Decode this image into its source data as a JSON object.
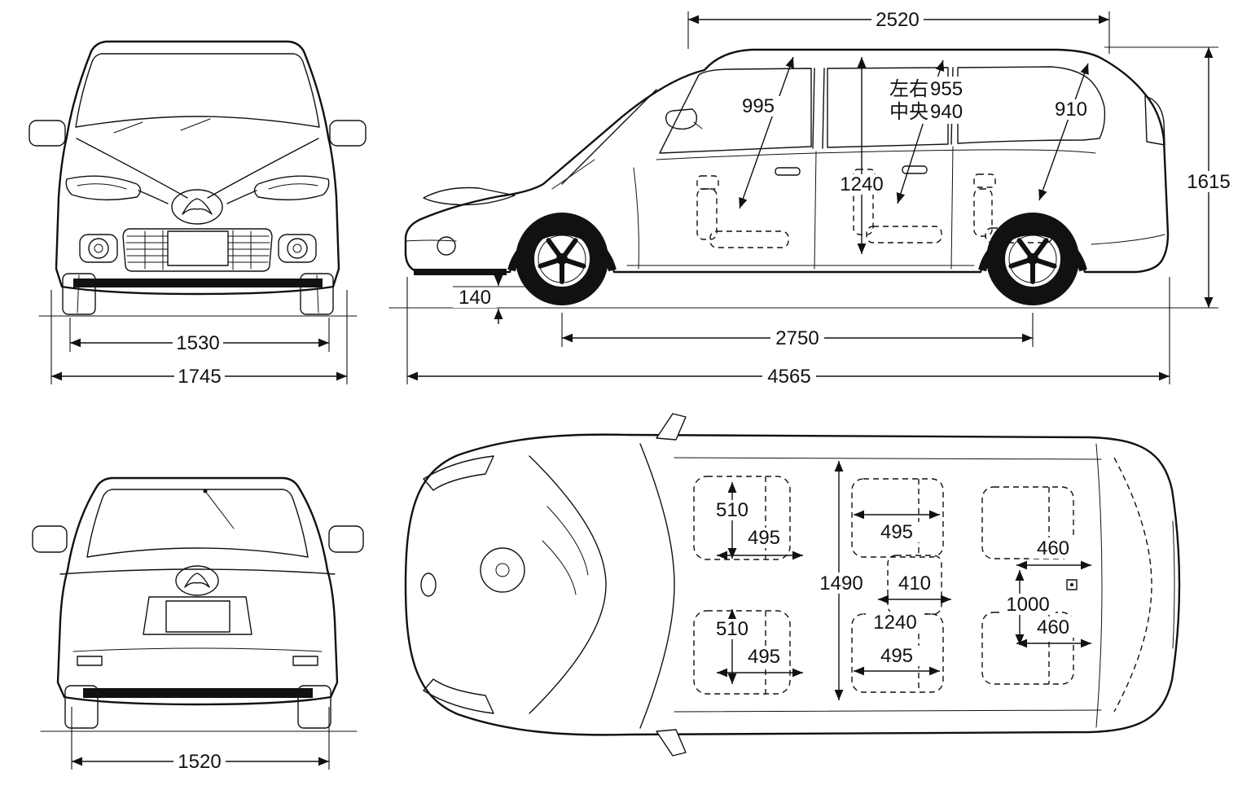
{
  "front_view": {
    "track": "1530",
    "overall_width": "1745"
  },
  "rear_view": {
    "track": "1520"
  },
  "side_view": {
    "roof_span": "2520",
    "front_headroom": "995",
    "mid_headroom_side_label": "左右",
    "mid_headroom_side": "955",
    "mid_headroom_center_label": "中央",
    "mid_headroom_center": "940",
    "rear_headroom": "910",
    "overall_height": "1615",
    "interior_height": "1240",
    "ground_clearance": "140",
    "wheelbase": "2750",
    "overall_length": "4565"
  },
  "top_view": {
    "front_seat_width_upper": "510",
    "front_seat_depth_upper": "495",
    "front_seat_width_lower": "510",
    "front_seat_depth_lower": "495",
    "second_row_depth_upper": "495",
    "couple_distance": "1490",
    "second_row_center_width": "410",
    "second_row_width": "1240",
    "second_row_depth_lower": "495",
    "third_row_width_upper": "460",
    "cargo_width": "1000",
    "third_row_width_lower": "460"
  }
}
